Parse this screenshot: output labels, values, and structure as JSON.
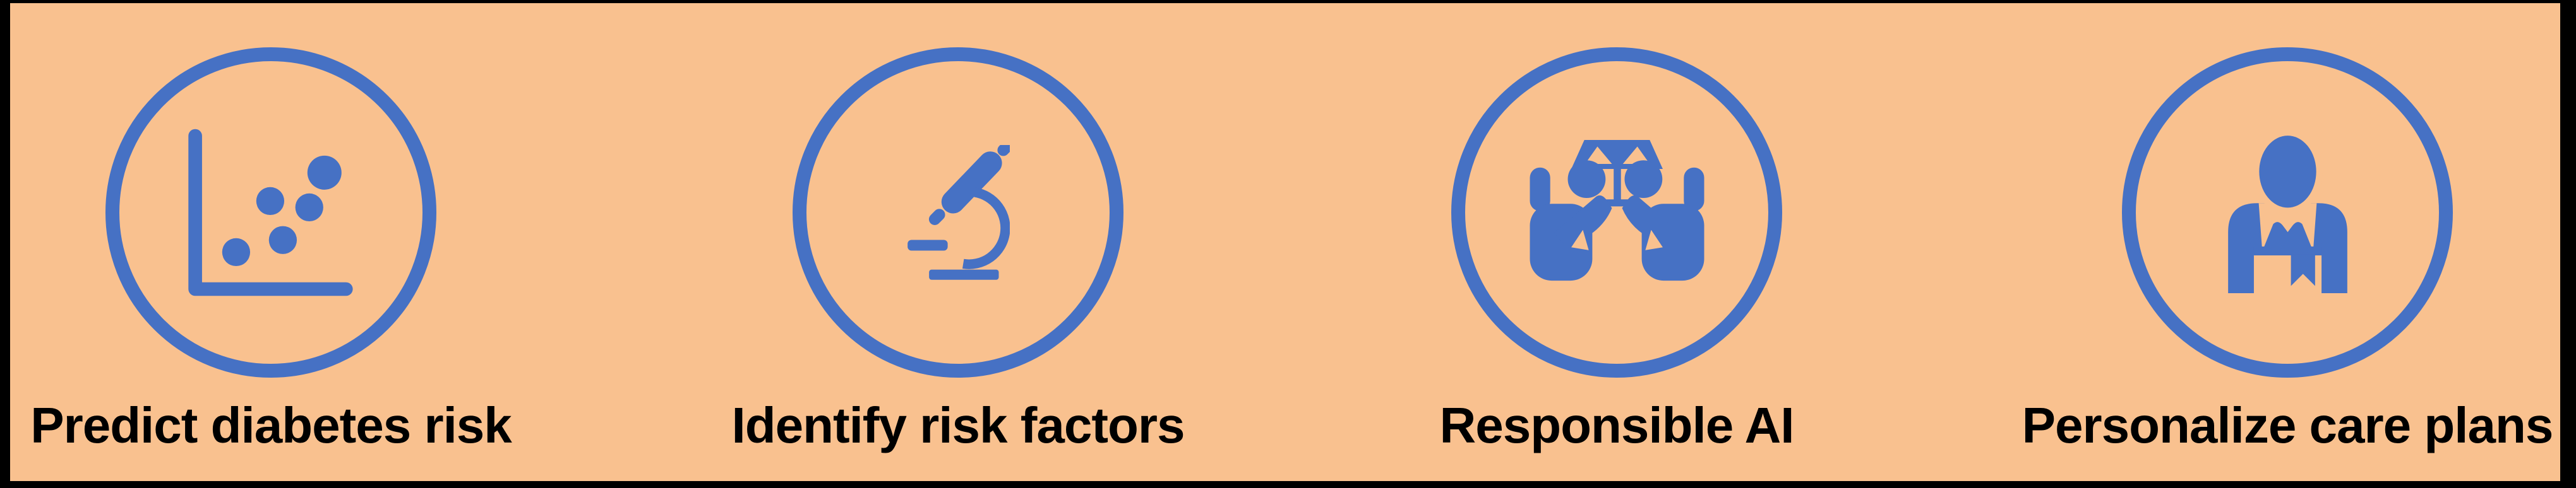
{
  "banner": {
    "colors": {
      "background": "#f9c18f",
      "accent_blue": "#4671c4",
      "frame": "#000000",
      "text": "#000000"
    },
    "items": [
      {
        "icon": "scatter-chart-icon",
        "label": "Predict diabetes risk"
      },
      {
        "icon": "microscope-icon",
        "label": "Identify risk factors"
      },
      {
        "icon": "scales-in-hands-icon",
        "label": "Responsible AI"
      },
      {
        "icon": "person-award-icon",
        "label": "Personalize care plans"
      }
    ]
  }
}
